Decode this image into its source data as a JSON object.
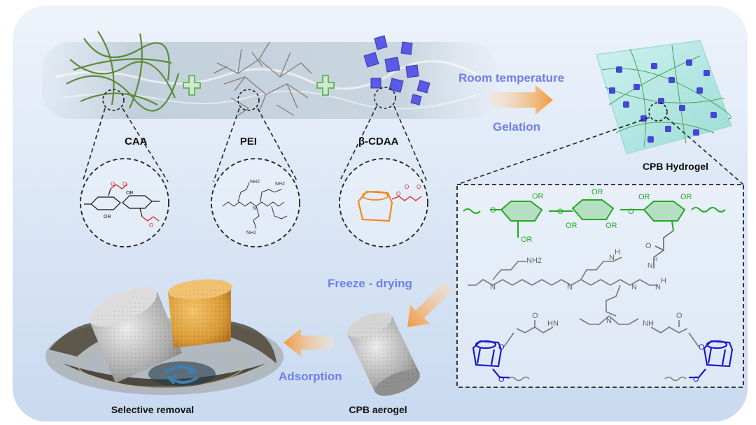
{
  "components": {
    "caa": {
      "label": "CAA"
    },
    "pei": {
      "label": "PEI"
    },
    "cdaa": {
      "label": "β-CDAA"
    }
  },
  "steps": {
    "room_temperature": "Room temperature",
    "gelation": "Gelation",
    "freeze_drying": "Freeze - drying",
    "adsorption": "Adsorption"
  },
  "products": {
    "hydrogel": "CPB Hydrogel",
    "aerogel": "CPB aerogel",
    "removal": "Selective removal"
  },
  "chem": {
    "or": "OR",
    "o": "O",
    "n": "N",
    "nh": "NH",
    "hn": "HN",
    "h": "H",
    "nh2": "NH2"
  },
  "colors": {
    "step_text": "#6f7fe6",
    "arrow": "#f0a050",
    "cellulose": "#22aa22",
    "cyclodextrin": "#1a1acc",
    "pei_line": "#888888",
    "acetoacetyl": "#dd2222",
    "cd_outline": "#f08a1e"
  }
}
